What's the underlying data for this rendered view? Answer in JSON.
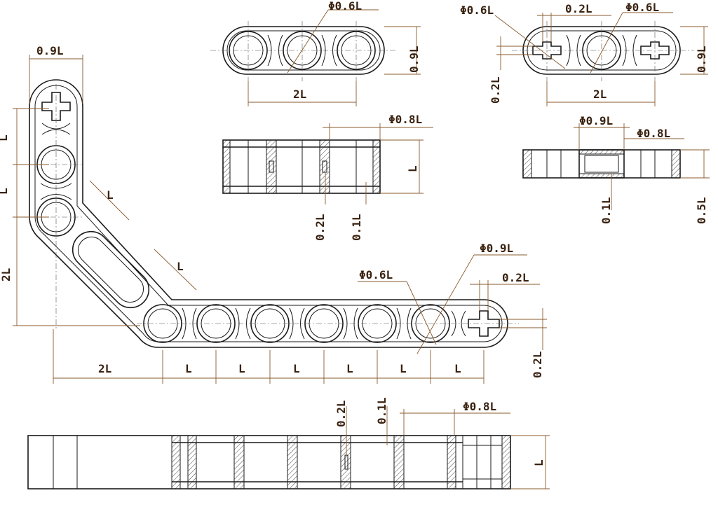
{
  "colors": {
    "outline": "#1a1a1a",
    "dimension": "#8a5a2b",
    "label": "#3a2210",
    "background": "#ffffff"
  },
  "views": {
    "front_view": {
      "dims": {
        "top_width": "0.9L",
        "seg_1": "L",
        "seg_2": "L",
        "seg_3": "2L",
        "diag_1": "L",
        "diag_2": "L",
        "bottom_2L": "2L",
        "bottom_L1": "L",
        "bottom_L2": "L",
        "bottom_L3": "L",
        "bottom_L4": "L",
        "bottom_L5": "L",
        "bottom_L6": "L",
        "hole_phi_06": "Φ0.6L",
        "hole_phi_09": "Φ0.9L",
        "cross_02_top": "0.2L",
        "cross_02_side": "0.2L"
      }
    },
    "three_hole_top": {
      "dims": {
        "phi": "Φ0.6L",
        "height": "0.9L",
        "width": "2L"
      }
    },
    "axle_top": {
      "dims": {
        "phi_left": "Φ0.6L",
        "gap": "0.2L",
        "phi_right": "Φ0.6L",
        "height": "0.9L",
        "slot": "0.2L",
        "width": "2L"
      }
    },
    "three_hole_section": {
      "dims": {
        "phi": "Φ0.8L",
        "height": "L",
        "wall": "0.2L",
        "lip": "0.1L"
      }
    },
    "axle_section": {
      "dims": {
        "phi_outer": "Φ0.9L",
        "phi_inner": "Φ0.8L",
        "lip": "0.1L",
        "height": "0.5L"
      }
    },
    "bottom_section": {
      "dims": {
        "wall": "0.2L",
        "lip": "0.1L",
        "phi": "Φ0.8L",
        "height": "L"
      }
    }
  }
}
